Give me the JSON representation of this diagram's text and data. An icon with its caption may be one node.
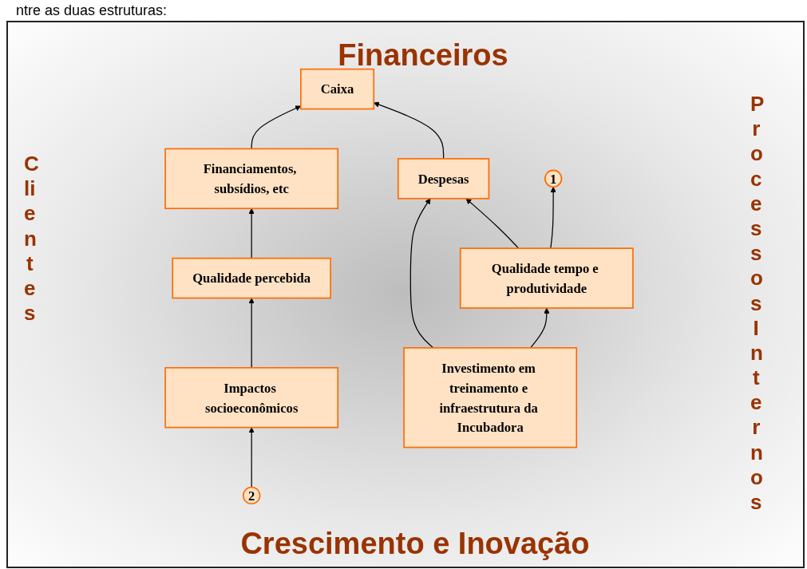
{
  "diagram": {
    "nodes": [
      {
        "text": [
          "Financiamentos, subsídios, etc"
        ]
      },
      {
        "text": [
          "Despesas"
        ]
      },
      {
        "text": [
          "Caixa"
        ]
      },
      {
        "text": [
          "Qualidade percebida"
        ]
      },
      {
        "text": [
          "Qualidade tempo e produtividade"
        ]
      },
      {
        "text": [
          "Impactos socioeconômicos"
        ]
      },
      {
        "text": [
          "1"
        ]
      },
      {
        "text": [
          "2"
        ]
      },
      {
        "text": [
          "Investimento em treinamento e infraestrutura da Incubadora"
        ]
      }
    ],
    "edges": [
      {
        "from": 0,
        "to": 2,
        "arrow": "to"
      },
      {
        "from": 1,
        "to": 2,
        "arrow": "to"
      },
      {
        "from": 3,
        "to": 0,
        "arrow": "to"
      },
      {
        "from": 4,
        "to": 1,
        "arrow": "to"
      },
      {
        "from": 5,
        "to": 3,
        "arrow": "to"
      },
      {
        "from": 4,
        "to": 6,
        "arrow": "to"
      },
      {
        "from": 7,
        "to": 5,
        "arrow": "to"
      },
      {
        "from": 8,
        "to": 1,
        "arrow": "to"
      },
      {
        "from": 8,
        "to": 4,
        "arrow": "to"
      }
    ],
    "labels": [
      "ntre as duas estruturas:",
      "Financeiros",
      "Clientes",
      "Processos Internos",
      "Crescimento e Inovação"
    ]
  }
}
